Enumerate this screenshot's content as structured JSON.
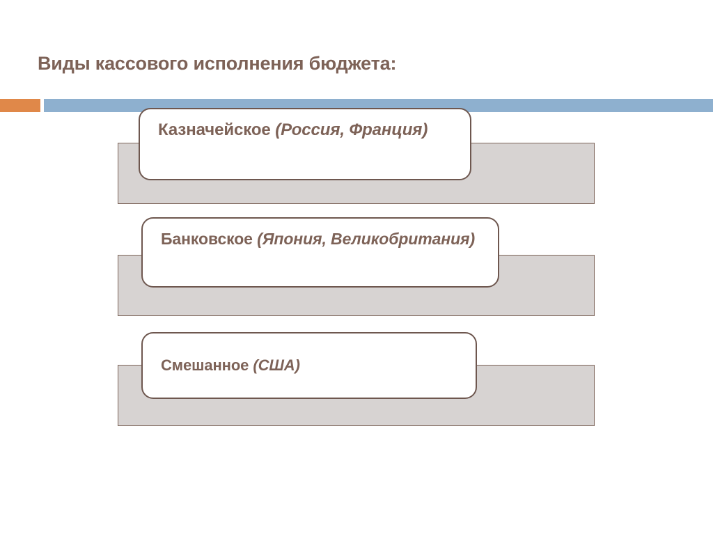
{
  "slide": {
    "title": "Виды кассового исполнения бюджета:",
    "title_color": "#7d6257",
    "background": "#ffffff"
  },
  "accent_bars": {
    "orange_color": "#e08849",
    "blue_color": "#8eb0cf"
  },
  "diagram": {
    "band_fill": "#d7d3d2",
    "band_border": "#7c6459",
    "callout_fill": "#ffffff",
    "callout_border": "#6e574f",
    "items": [
      {
        "label": "Казначейское ",
        "detail": "(Россия, Франция)"
      },
      {
        "label": "Банковское ",
        "detail": "(Япония, Великобритания)"
      },
      {
        "label": "Смешанное ",
        "detail": "(США)"
      }
    ]
  }
}
